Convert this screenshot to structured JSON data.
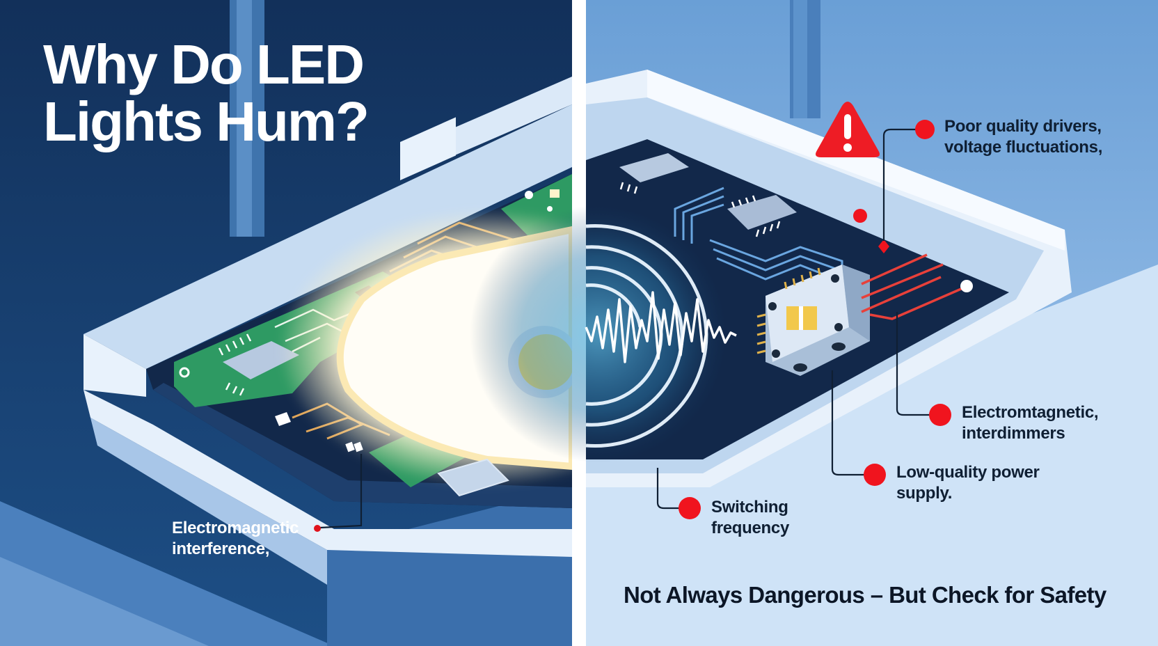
{
  "title": {
    "line1": "Why Do LED",
    "line2": "Lights Hum?"
  },
  "panels": {
    "left": {
      "theme": "illuminated LED panel with green PCB",
      "background": "#14355f"
    },
    "right": {
      "theme": "driver board with sound-wave hum",
      "background": "#6a9fd6"
    }
  },
  "callouts": [
    {
      "id": "poor-drivers",
      "line1": "Poor quality drivers,",
      "line2": "voltage fluctuations,",
      "marker_color": "#f0141e"
    },
    {
      "id": "em-dimmers",
      "line1": "Electromtagnetic,",
      "line2": "interdimmers",
      "marker_color": "#f0141e"
    },
    {
      "id": "power-supply",
      "line1": "Low-quality power",
      "line2": "supply.",
      "marker_color": "#f0141e"
    },
    {
      "id": "switching",
      "line1": "Switching",
      "line2": "frequency",
      "marker_color": "#f0141e"
    },
    {
      "id": "em-interference",
      "line1": "Electromagnetic",
      "line2": "interference,",
      "marker_color": "#e0121c"
    }
  ],
  "warning": {
    "icon": "warning-triangle-icon",
    "color": "#ee1c25",
    "glyph": "!"
  },
  "footer": {
    "text": "Not Always Dangerous – But Check for Safety"
  },
  "colors": {
    "navy": "#14355f",
    "sky": "#6a9fd6",
    "frame": "#dbe9f8",
    "pcb_dark": "#12284a",
    "pcb_green": "#2e9a63",
    "trace_gold": "#e0a65a",
    "trace_blue": "#6aa6e0",
    "trace_red": "#e8403a",
    "led_yellow": "#f7dc6a",
    "accent_red": "#f0141e"
  }
}
